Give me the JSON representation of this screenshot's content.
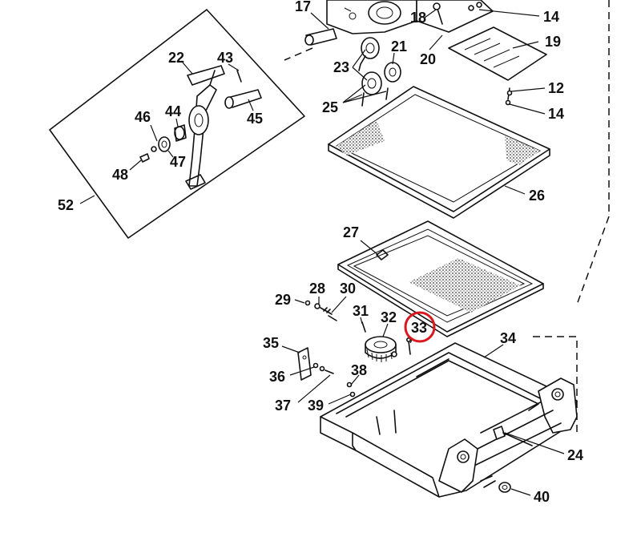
{
  "callouts": {
    "n17": "17",
    "n18": "18",
    "n14a": "14",
    "n19": "19",
    "n20": "20",
    "n21": "21",
    "n23": "23",
    "n22": "22",
    "n43": "43",
    "n45": "45",
    "n25": "25",
    "n12": "12",
    "n14b": "14",
    "n46": "46",
    "n44": "44",
    "n47": "47",
    "n48": "48",
    "n52": "52",
    "n26": "26",
    "n27": "27",
    "n28": "28",
    "n29": "29",
    "n30": "30",
    "n31": "31",
    "n32": "32",
    "n33": "33",
    "n34": "34",
    "n35": "35",
    "n36": "36",
    "n38": "38",
    "n37": "37",
    "n39": "39",
    "n24": "24",
    "n40": "40"
  },
  "highlight": {
    "target": "33",
    "color": "#d9181f"
  }
}
